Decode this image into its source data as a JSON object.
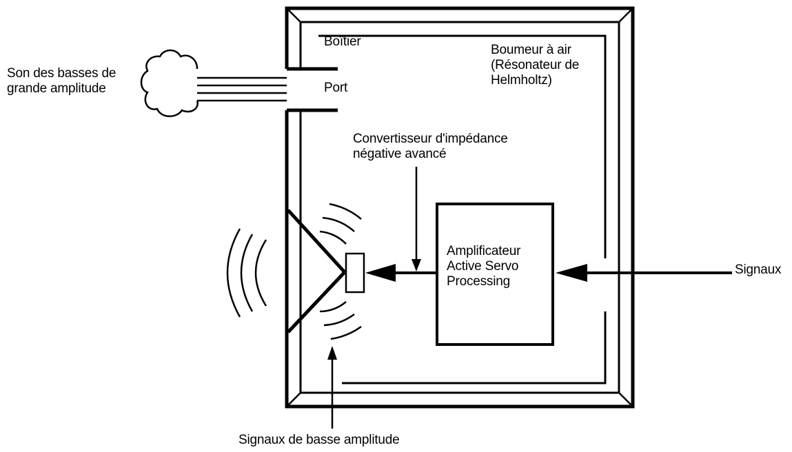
{
  "labels": {
    "boitier": "Boîtier",
    "port": "Port",
    "son_line1": "Son des basses de",
    "son_line2": "grande amplitude",
    "boumeur_line1": "Boumeur à air",
    "boumeur_line2": "(Résonateur de",
    "boumeur_line3": "Helmholtz)",
    "convertisseur_line1": "Convertisseur d'impédance",
    "convertisseur_line2": "négative avancé",
    "ampli_line1": "Amplificateur",
    "ampli_line2": "Active Servo",
    "ampli_line3": "Processing",
    "signaux": "Signaux",
    "signaux_basse": "Signaux de basse amplitude"
  }
}
